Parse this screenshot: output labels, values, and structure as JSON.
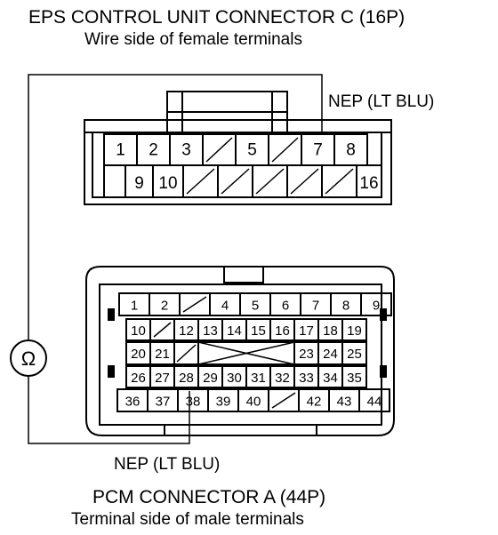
{
  "eps": {
    "title": "EPS CONTROL UNIT CONNECTOR C (16P)",
    "subtitle": "Wire side of female terminals",
    "wire_label": "NEP (LT BLU)",
    "top_row": [
      "1",
      "2",
      "3",
      "",
      "5",
      "",
      "7",
      "8"
    ],
    "bottom_row": [
      "",
      "9",
      "10",
      "",
      "",
      "",
      "",
      "",
      "16"
    ]
  },
  "pcm": {
    "title": "PCM CONNECTOR A (44P)",
    "subtitle": "Terminal side of male terminals",
    "wire_label": "NEP (LT BLU)",
    "row1": [
      "1",
      "2",
      "",
      "4",
      "5",
      "6",
      "7",
      "8",
      "9"
    ],
    "row2": [
      "10",
      "",
      "12",
      "13",
      "14",
      "15",
      "16",
      "17",
      "18",
      "19"
    ],
    "row3": [
      "20",
      "21",
      "",
      "",
      "",
      "",
      "",
      "23",
      "24",
      "25"
    ],
    "row4": [
      "26",
      "27",
      "28",
      "29",
      "30",
      "31",
      "32",
      "33",
      "34",
      "35"
    ],
    "row5": [
      "36",
      "37",
      "38",
      "39",
      "40",
      "",
      "42",
      "43",
      "44"
    ]
  },
  "meter": {
    "symbol": "Ω",
    "icon": "ohmmeter-icon"
  }
}
